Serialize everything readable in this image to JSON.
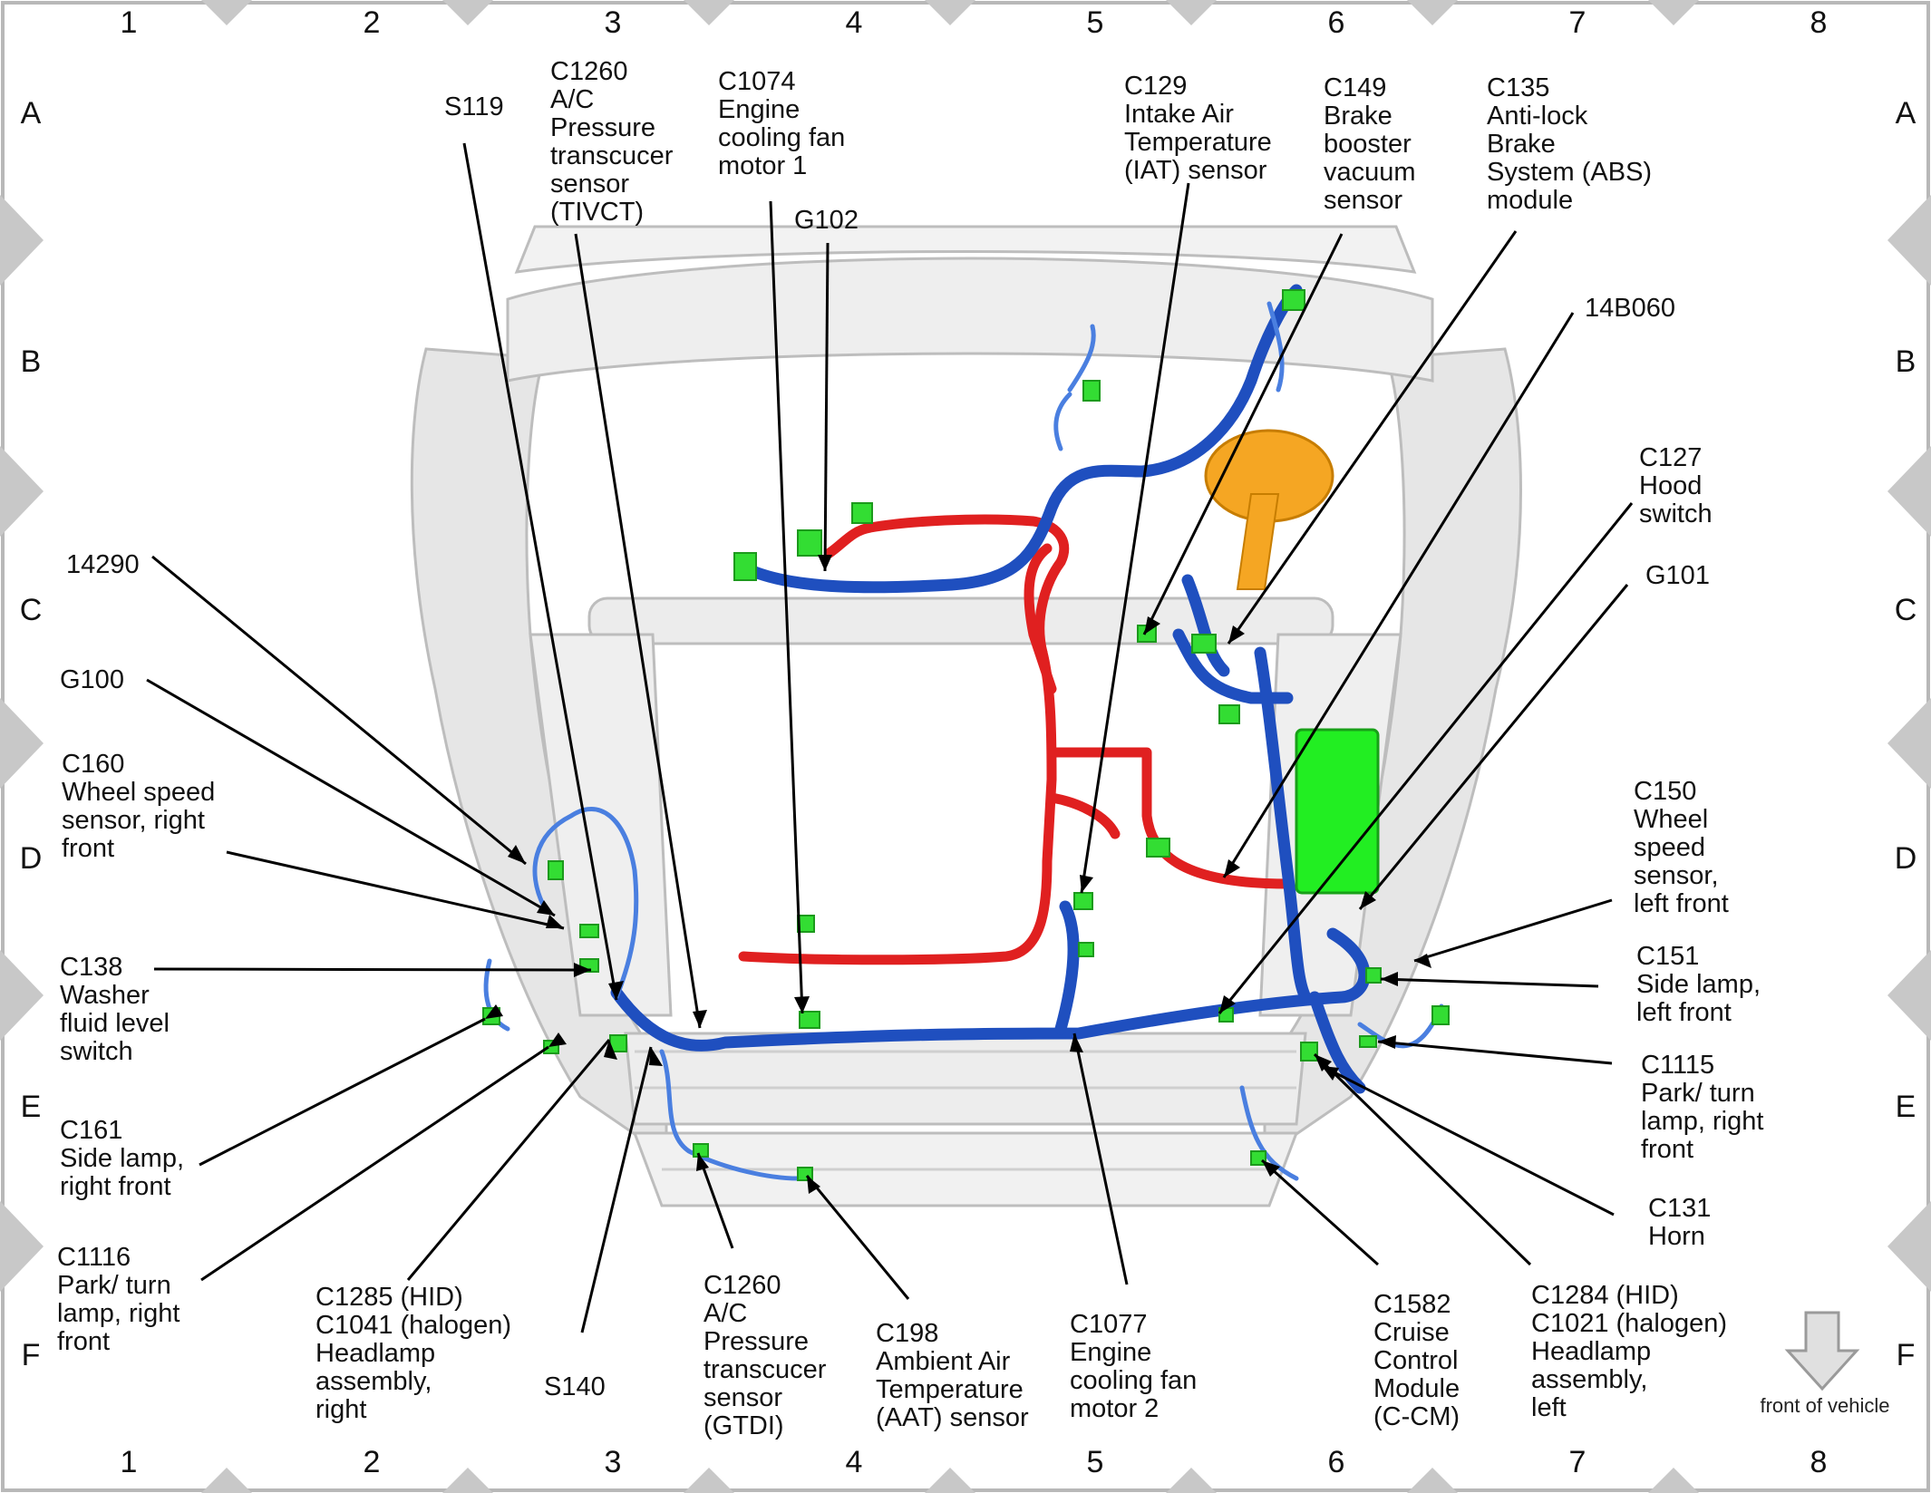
{
  "grid": {
    "columns": [
      "1",
      "2",
      "3",
      "4",
      "5",
      "6",
      "7",
      "8"
    ],
    "rows": [
      "A",
      "B",
      "C",
      "D",
      "E",
      "F"
    ]
  },
  "callouts": {
    "s119": "S119",
    "c1260_tivct": "C1260\nA/C\nPressure\ntranscucer\nsensor\n(TIVCT)",
    "c1074": "C1074\nEngine\ncooling fan\nmotor 1",
    "g102": "G102",
    "c129": "C129\nIntake Air\nTemperature\n(IAT) sensor",
    "c149": "C149\nBrake\nbooster\nvacuum\nsensor",
    "c135": "C135\nAnti-lock\nBrake\nSystem (ABS)\nmodule",
    "c14b060": "14B060",
    "c127": "C127\nHood\nswitch",
    "g101": "G101",
    "c14290": "14290",
    "g100": "G100",
    "c160": "C160\nWheel speed\nsensor, right\nfront",
    "c138": "C138\nWasher\nfluid level\nswitch",
    "c161": "C161\nSide lamp,\nright front",
    "c1116": "C1116\nPark/ turn\nlamp, right\nfront",
    "c1285": "C1285 (HID)\nC1041 (halogen)\nHeadlamp\nassembly,\nright",
    "s140": "S140",
    "c1260_gtdi": "C1260\nA/C\nPressure\ntranscucer\nsensor\n(GTDI)",
    "c198": "C198\nAmbient Air\nTemperature\n(AAT) sensor",
    "c1077": "C1077\nEngine\ncooling fan\nmotor 2",
    "c1582": "C1582\nCruise\nControl\nModule\n(C-CM)",
    "c1284": "C1284 (HID)\nC1021 (halogen)\nHeadlamp\nassembly,\nleft",
    "c150": "C150\nWheel\nspeed\nsensor,\nleft front",
    "c151": "C151\nSide lamp,\nleft front",
    "c1115": "C1115\nPark/ turn\nlamp, right\nfront",
    "c131": "C131\nHorn"
  },
  "front_of_vehicle": "front of vehicle",
  "colors": {
    "harness_blue": "#1f4fbf",
    "harness_red": "#e02020",
    "connector_green": "#33dd33",
    "module_green": "#22ee22",
    "booster_orange": "#f5a623",
    "grid_marker_gray": "#c8c8c8",
    "body_gray": "#e4e4e4"
  }
}
